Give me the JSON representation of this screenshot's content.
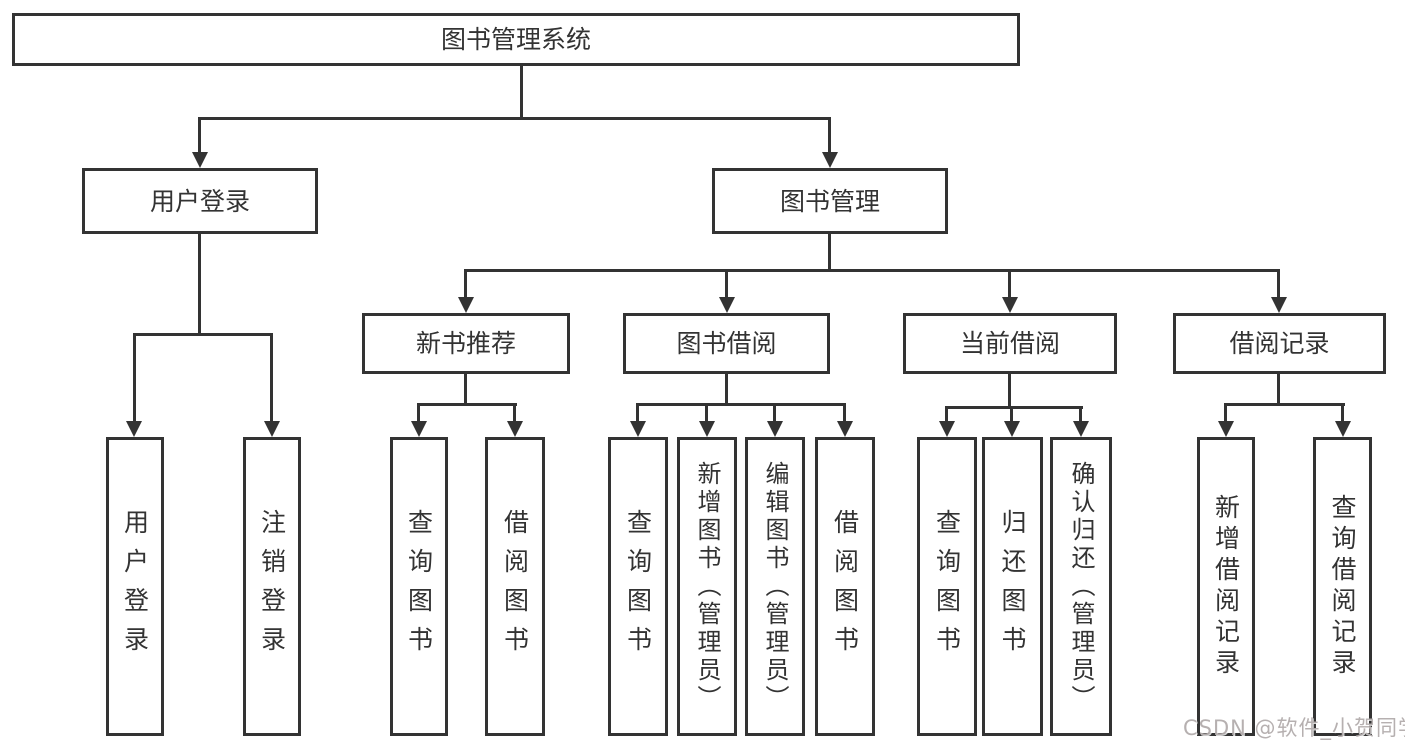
{
  "colors": {
    "line": "#333333",
    "text": "#333333",
    "background": "#ffffff",
    "watermark": "#b2acac"
  },
  "watermark": {
    "text": "CSDN @软件_小贺同学"
  },
  "tree": {
    "root": {
      "label": "图书管理系统"
    },
    "branches": [
      {
        "label": "用户登录",
        "children": [
          {
            "label": "用户登录"
          },
          {
            "label": "注销登录"
          }
        ]
      },
      {
        "label": "图书管理",
        "children": [
          {
            "label": "新书推荐",
            "children": [
              {
                "label": "查询图书"
              },
              {
                "label": "借阅图书"
              }
            ]
          },
          {
            "label": "图书借阅",
            "children": [
              {
                "label": "查询图书"
              },
              {
                "label": "新增图书（管理员）"
              },
              {
                "label": "编辑图书（管理员）"
              },
              {
                "label": "借阅图书"
              }
            ]
          },
          {
            "label": "当前借阅",
            "children": [
              {
                "label": "查询图书"
              },
              {
                "label": "归还图书"
              },
              {
                "label": "确认归还（管理员）"
              }
            ]
          },
          {
            "label": "借阅记录",
            "children": [
              {
                "label": "新增借阅记录"
              },
              {
                "label": "查询借阅记录"
              }
            ]
          }
        ]
      }
    ]
  }
}
